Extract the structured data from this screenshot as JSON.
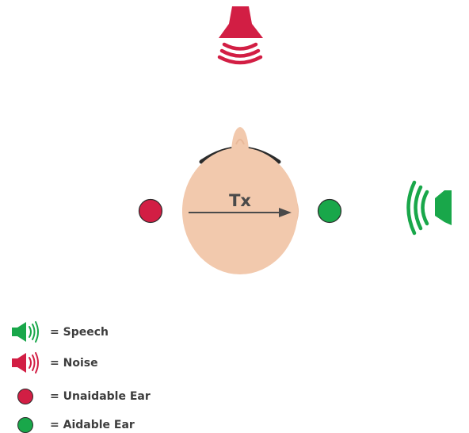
{
  "diagram": {
    "head_label": "Tx",
    "colors": {
      "speech": "#19a74a",
      "noise": "#d21e44",
      "unaidable_ear": "#d21e44",
      "aidable_ear": "#19a74a",
      "skin": "#f2c9ad",
      "skin_shadow": "#e8b899",
      "hair": "#2b2b2b",
      "arrow": "#4a4a4a",
      "text": "#3d3d3d"
    },
    "icons": {
      "top_speaker": "noise-speaker-icon",
      "right_speaker": "speech-speaker-icon",
      "left_ear": "unaidable-ear-icon",
      "right_ear": "aidable-ear-icon",
      "head": "head-icon"
    }
  },
  "legend": {
    "speech": "= Speech",
    "noise": "= Noise",
    "unaidable_ear": "= Unaidable Ear",
    "aidable_ear": "= Aidable Ear"
  }
}
